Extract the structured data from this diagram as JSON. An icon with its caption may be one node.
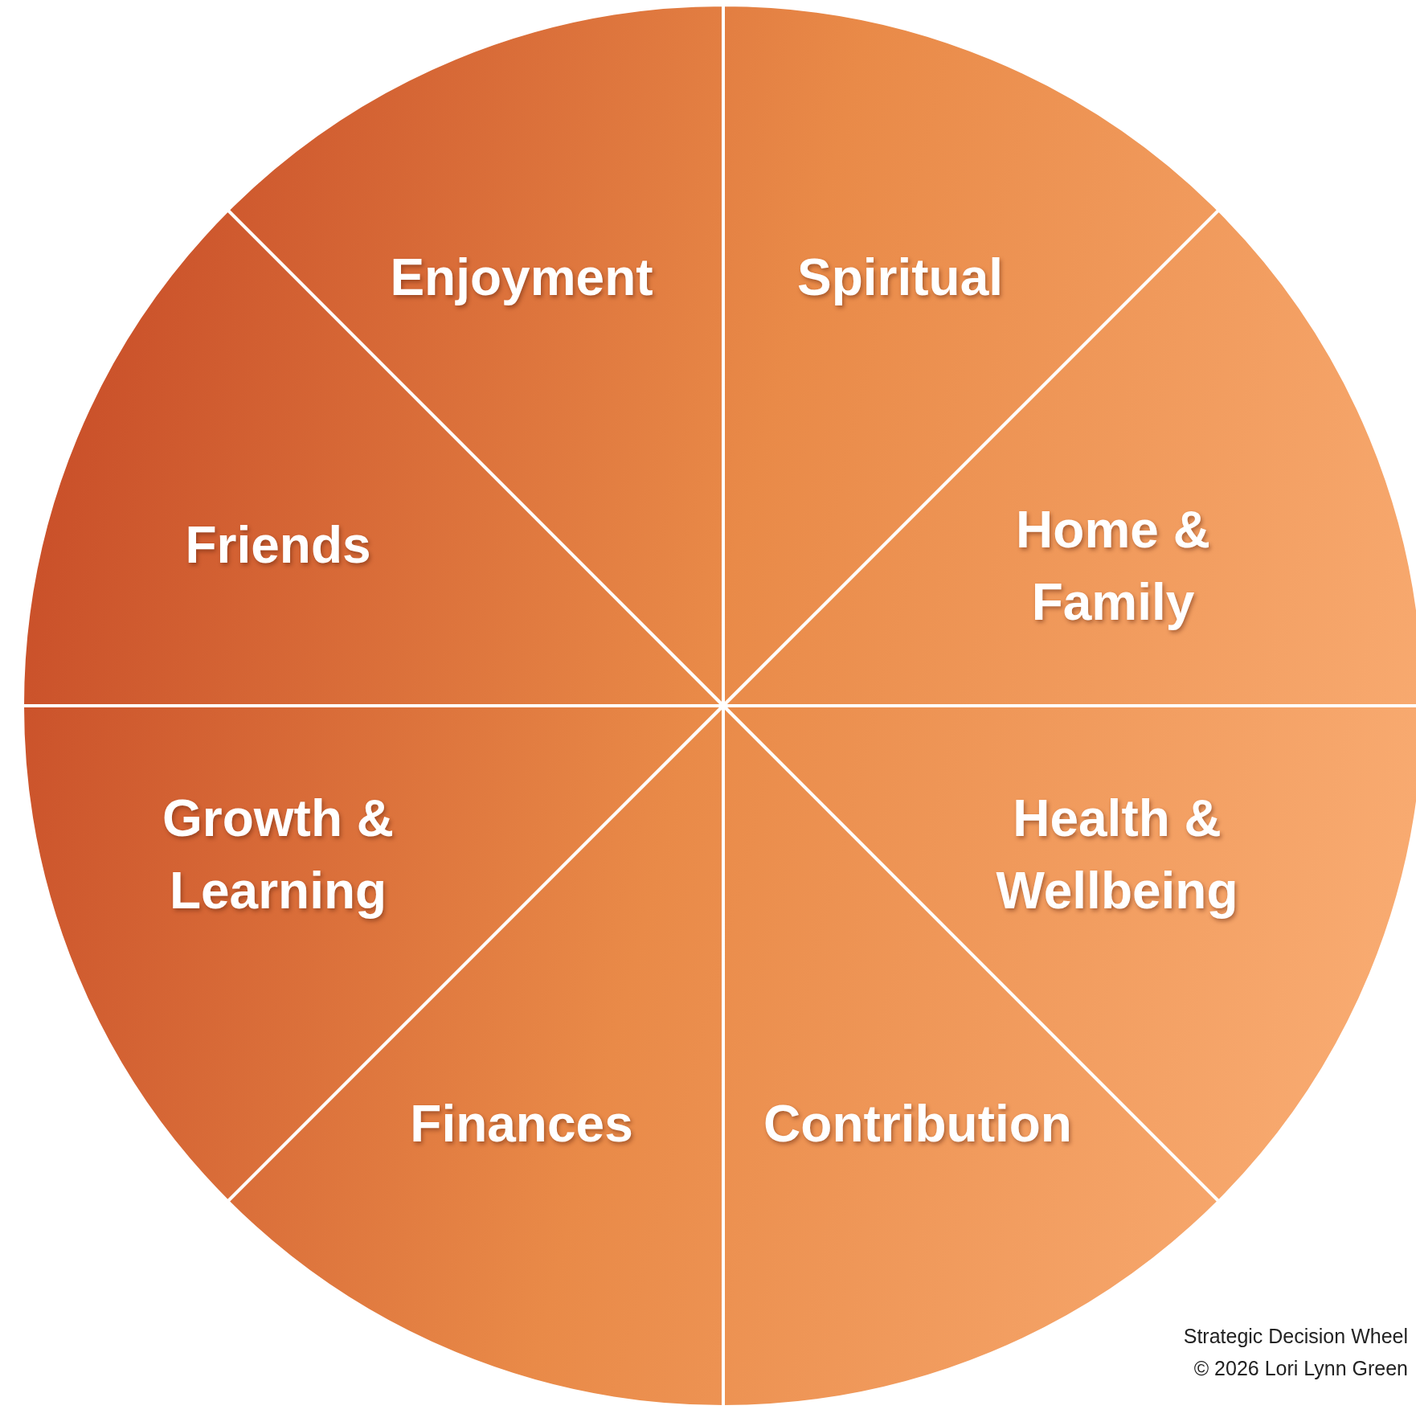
{
  "diagram": {
    "nodes": [
      {
        "text": [
          "Enjoyment"
        ]
      },
      {
        "text": [
          "Spiritual"
        ]
      },
      {
        "text": [
          "Friends"
        ]
      },
      {
        "text": [
          "Home & Family"
        ]
      },
      {
        "text": [
          "Growth & Learning"
        ]
      },
      {
        "text": [
          "Health & Wellbeing"
        ]
      },
      {
        "text": [
          "Finances"
        ]
      },
      {
        "text": [
          "Contribution"
        ]
      }
    ],
    "labels": [
      "Strategic Decision Wheel",
      "© 2026 Lori Lynn Green"
    ]
  }
}
